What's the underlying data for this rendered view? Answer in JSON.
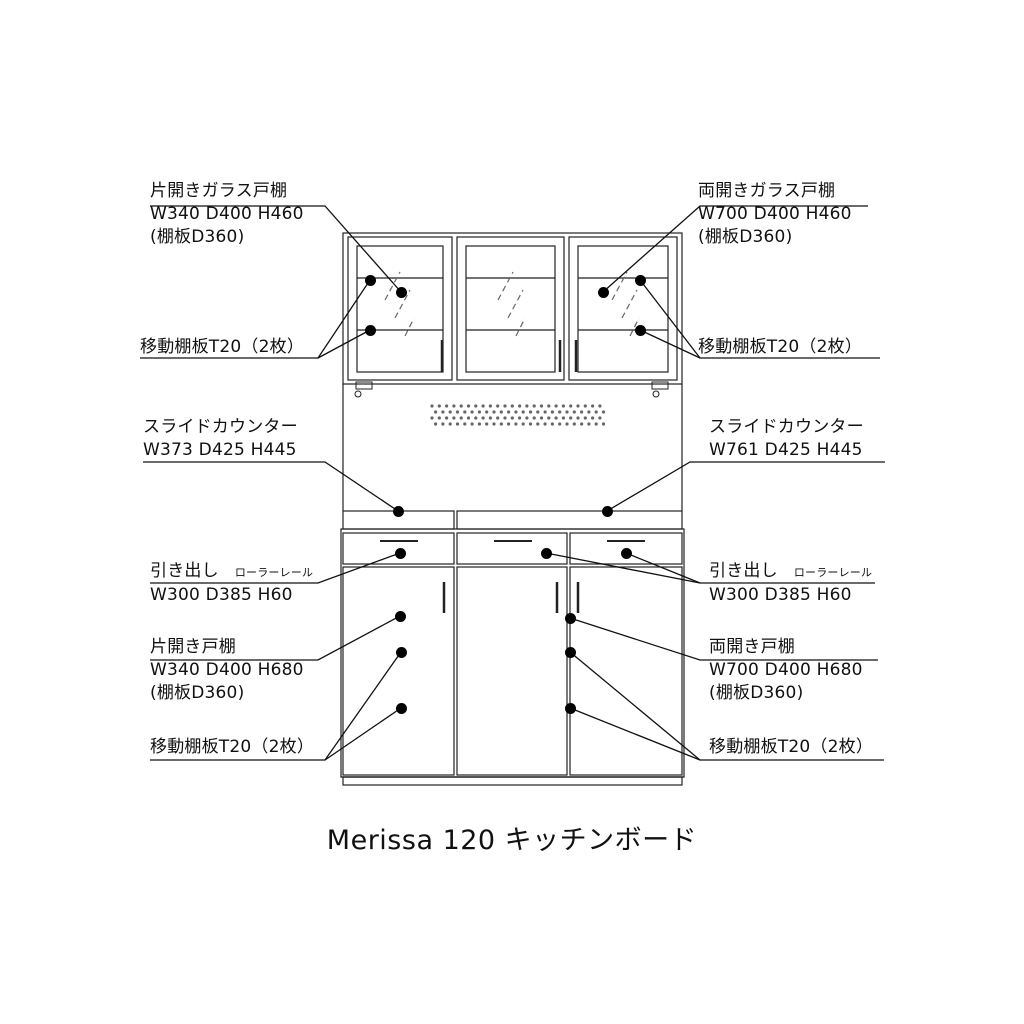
{
  "title": "Merissa 120 キッチンボード",
  "labels": {
    "glass_single": {
      "name": "片開きガラス戸棚",
      "dims": "W340 D400 H460",
      "shelf": "(棚板D360)"
    },
    "glass_double": {
      "name": "両開きガラス戸棚",
      "dims": "W700 D400 H460",
      "shelf": "(棚板D360)"
    },
    "shelf_upper_left": "移動棚板T20（2枚）",
    "shelf_upper_right": "移動棚板T20（2枚）",
    "slide_left": {
      "name": "スライドカウンター",
      "dims": "W373 D425 H445"
    },
    "slide_right": {
      "name": "スライドカウンター",
      "dims": "W761 D425 H445"
    },
    "drawer_left": {
      "name": "引き出し",
      "rail": "ローラーレール",
      "dims": "W300 D385 H60"
    },
    "drawer_right": {
      "name": "引き出し",
      "rail": "ローラーレール",
      "dims": "W300 D385 H60"
    },
    "door_single": {
      "name": "片開き戸棚",
      "dims": "W340 D400 H680",
      "shelf": "(棚板D360)"
    },
    "door_double": {
      "name": "両開き戸棚",
      "dims": "W700 D400 H680",
      "shelf": "(棚板D360)"
    },
    "shelf_lower_left": "移動棚板T20（2枚）",
    "shelf_lower_right": "移動棚板T20（2枚）"
  }
}
